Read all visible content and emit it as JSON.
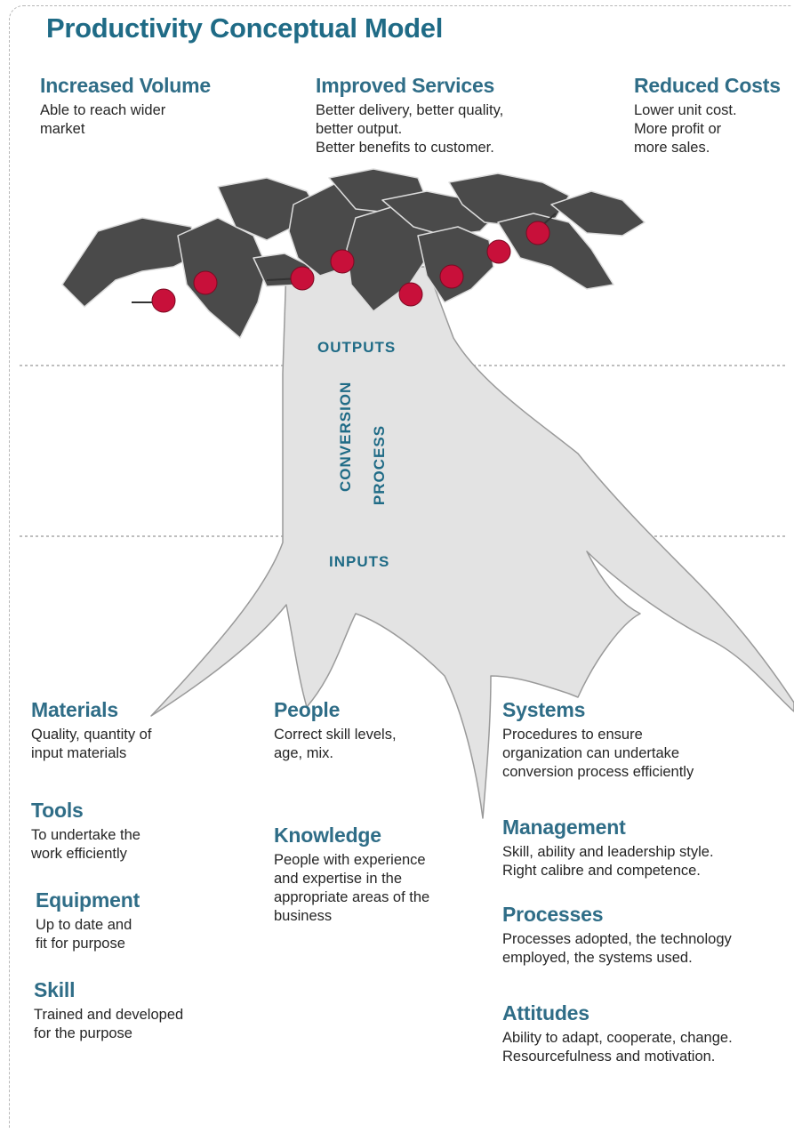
{
  "title": "Productivity Conceptual Model",
  "colors": {
    "heading": "#2f6d87",
    "title": "#1f6b86",
    "trunk": "#e3e3e3",
    "leaves": "#4a4a4a",
    "fruit": "#c8103a"
  },
  "stages": {
    "outputs": "OUTPUTS",
    "conversion": "CONVERSION",
    "process": "PROCESS",
    "inputs": "INPUTS"
  },
  "outputs": [
    {
      "heading": "Increased Volume",
      "lines": [
        "Able to reach wider",
        "market"
      ]
    },
    {
      "heading": "Improved Services",
      "lines": [
        "Better delivery, better quality,",
        "better output.",
        "Better benefits to customer."
      ]
    },
    {
      "heading": "Reduced Costs",
      "lines": [
        "Lower unit cost.",
        "More profit or",
        "more sales."
      ]
    }
  ],
  "inputs_left": [
    {
      "heading": "Materials",
      "lines": [
        "Quality, quantity of",
        "input materials"
      ]
    },
    {
      "heading": "Tools",
      "lines": [
        "To undertake the",
        "work efficiently"
      ]
    },
    {
      "heading": "Equipment",
      "lines": [
        "Up to date and",
        "fit for purpose"
      ]
    },
    {
      "heading": "Skill",
      "lines": [
        "Trained and developed",
        "for the purpose"
      ]
    }
  ],
  "inputs_middle": [
    {
      "heading": "People",
      "lines": [
        "Correct skill levels,",
        "age, mix."
      ]
    },
    {
      "heading": "Knowledge",
      "lines": [
        "People with experience",
        "and expertise in the",
        "appropriate areas of the",
        "business"
      ]
    }
  ],
  "inputs_right": [
    {
      "heading": "Systems",
      "lines": [
        "Procedures to ensure",
        "organization can undertake",
        "conversion process efficiently"
      ]
    },
    {
      "heading": "Management",
      "lines": [
        "Skill, ability and leadership style.",
        "Right calibre and competence."
      ]
    },
    {
      "heading": "Processes",
      "lines": [
        "Processes adopted, the technology",
        "employed, the systems used."
      ]
    },
    {
      "heading": "Attitudes",
      "lines": [
        "Ability to adapt, cooperate, change.",
        "Resourcefulness and motivation."
      ]
    }
  ]
}
